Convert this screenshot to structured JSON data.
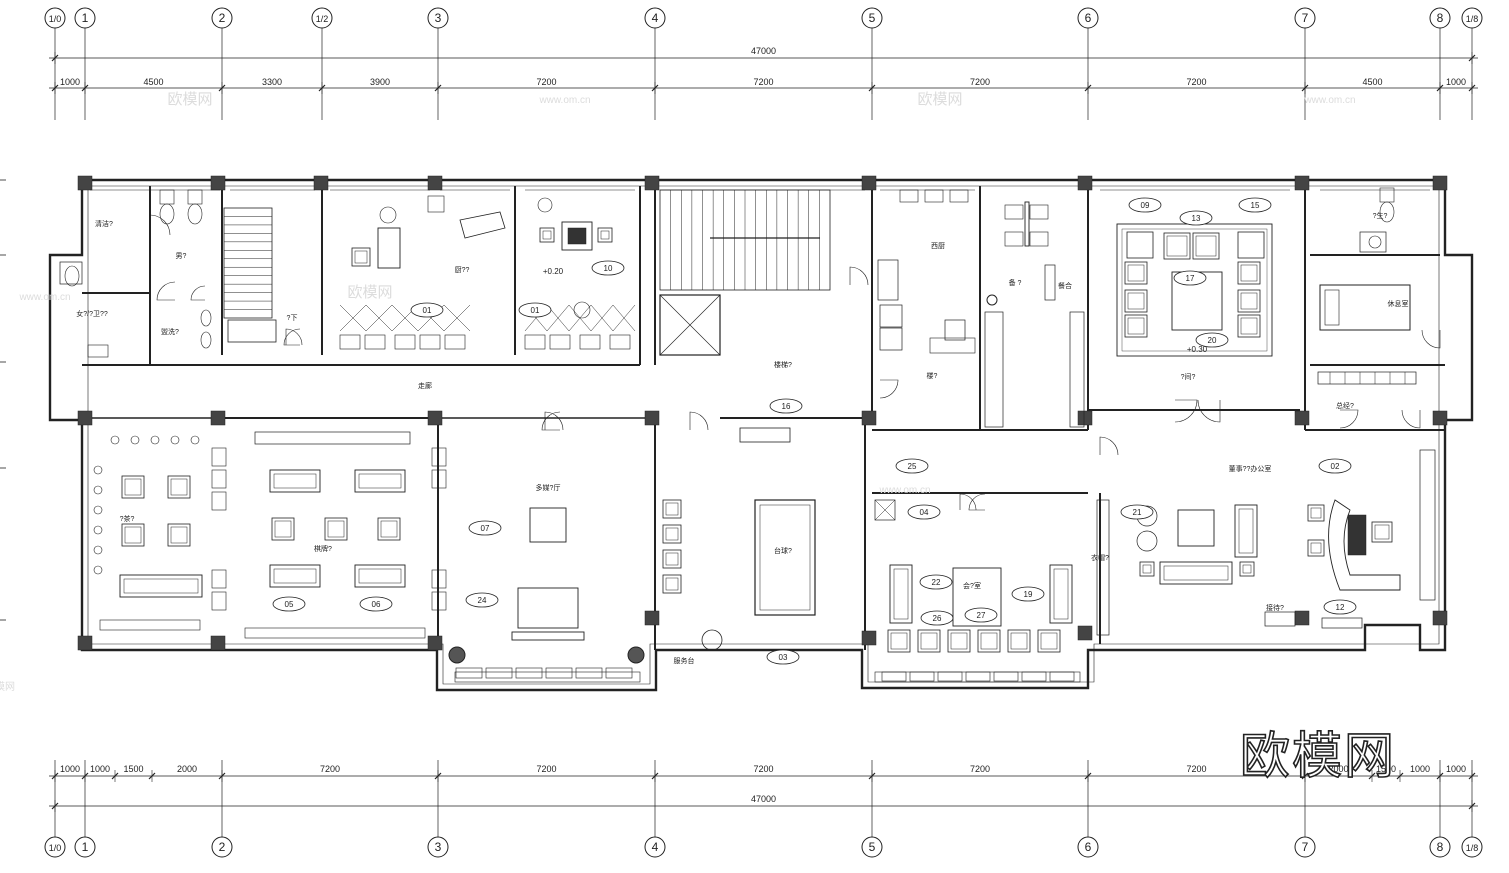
{
  "drawing": {
    "total_width_label": "47000",
    "top_dimensions": [
      "1000",
      "4500",
      "3300",
      "3900",
      "7200",
      "7200",
      "7200",
      "7200",
      "4500",
      "1000"
    ],
    "bottom_dimensions": [
      "1000",
      "1000",
      "1500",
      "2000",
      "7200",
      "7200",
      "7200",
      "7200",
      "7200",
      "2000",
      "1500",
      "1000",
      "1000"
    ],
    "axis_labels": [
      "1/0",
      "1",
      "2",
      "1/2",
      "3",
      "4",
      "5",
      "6",
      "7",
      "8",
      "1/8"
    ],
    "axis_labels_bottom": [
      "1/0",
      "1",
      "2",
      "3",
      "4",
      "5",
      "6",
      "7",
      "8",
      "1/8"
    ],
    "elevation_marks": [
      "+0.20",
      "+0.30"
    ],
    "room_labels": [
      "男?",
      "女?/?卫??",
      "清洁?",
      "盥洗?",
      "?下",
      "走廊",
      "厨??",
      "西厨",
      "备 ?",
      "餐合",
      "楼?",
      "楼梯?",
      "董事??办公室",
      "?间?",
      "总经?",
      "休息室",
      "?生?",
      "棋牌?",
      "多媒?厅",
      "会?室",
      "台球?",
      "?茶?",
      "服务台",
      "接待?",
      "衣帽?"
    ],
    "tag_labels": [
      "01",
      "01",
      "10",
      "09",
      "13",
      "15",
      "17",
      "20",
      "16",
      "25",
      "04",
      "02",
      "07",
      "05",
      "06",
      "24",
      "03",
      "22",
      "26",
      "27",
      "19",
      "12",
      "21"
    ],
    "watermarks": [
      "欧模网",
      "www.om.cn",
      "欧模网",
      "www.om.cn",
      "www.om.cn",
      "欧模网",
      "www.om.cn",
      "欧模网"
    ],
    "logo_text": "欧模网"
  }
}
